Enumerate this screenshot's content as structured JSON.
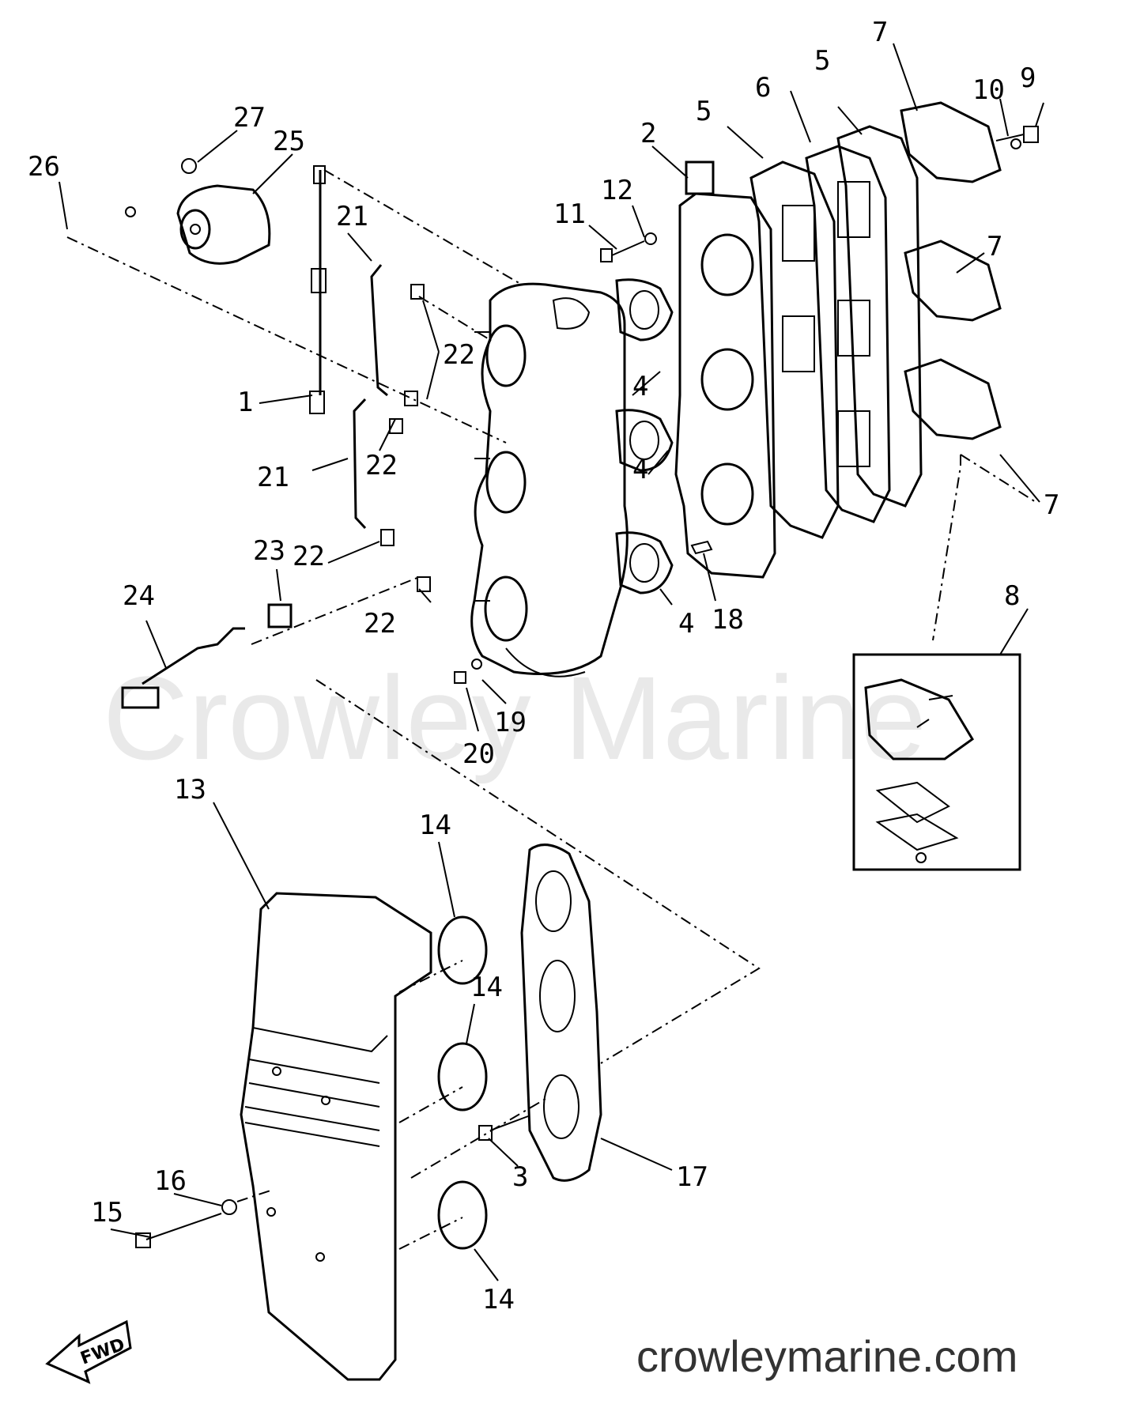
{
  "watermark": "Crowley Marine",
  "site": "crowleymarine.com",
  "fwd_label": "FWD",
  "callouts": {
    "n1": "1",
    "n2": "2",
    "n3": "3",
    "n4a": "4",
    "n4b": "4",
    "n4c": "4",
    "n5a": "5",
    "n5b": "5",
    "n6": "6",
    "n7a": "7",
    "n7b": "7",
    "n7c": "7",
    "n8": "8",
    "n9": "9",
    "n10": "10",
    "n11": "11",
    "n12": "12",
    "n13": "13",
    "n14a": "14",
    "n14b": "14",
    "n14c": "14",
    "n15": "15",
    "n16": "16",
    "n17": "17",
    "n18": "18",
    "n19": "19",
    "n20": "20",
    "n21a": "21",
    "n21b": "21",
    "n22a": "22",
    "n22b": "22",
    "n22c": "22",
    "n22d": "22",
    "n23": "23",
    "n24": "24",
    "n25": "25",
    "n26": "26",
    "n27": "27"
  }
}
